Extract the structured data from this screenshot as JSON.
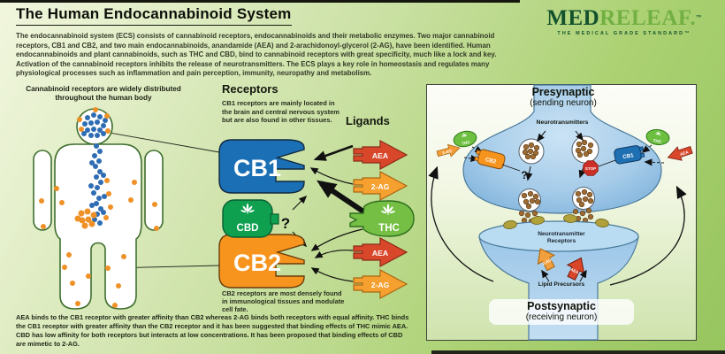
{
  "page": {
    "title": "The Human Endocannabinoid System",
    "intro": "The endocannabinoid system (ECS) consists of cannabinoid receptors, endocannabinoids and their metabolic enzymes. Two major cannabinoid receptors, CB1 and CB2, and two main endocannabinoids, anandamide (AEA) and 2-arachidonoyl-glycerol (2-AG), have been identified. Human endocannabinoids and plant cannabinoids, such as THC and CBD, bind to cannabinoid receptors with great specificity, much like a lock and key. Activation of the cannabinoid receptors inhibits the release of neurotransmitters. The ECS plays a key role in homeostasis and regulates many physiological processes such as inflammation and pain perception, immunity, neuropathy and metabolism.",
    "footnote": "AEA binds to the CB1 receptor with greater affinity than CB2 whereas 2-AG binds both receptors with equal affinity. THC binds the CB1 receptor with greater affinity than the CB2 receptor and it has been suggested that binding effects of THC mimic AEA. CBD has low affinity for both receptors but interacts at low concentrations. It has been proposed that binding effects of CBD are mimetic to 2-AG."
  },
  "logo": {
    "part1": "MED",
    "part2": "RELEAF",
    "period": ".",
    "tm": "™",
    "tagline": "THE MEDICAL GRADE STANDARD™"
  },
  "body_map": {
    "caption": "Cannabinoid receptors are widely distributed throughout the human body",
    "cb1_dot_color": "#2e6db4",
    "cb2_dot_color": "#ef9126"
  },
  "receptors": {
    "heading": "Receptors",
    "cb1": {
      "label": "CB1",
      "color": "#1b6fb5",
      "description": "CB1 receptors are mainly located in the brain and central nervous system but are also found in other tissues."
    },
    "cb2": {
      "label": "CB2",
      "color": "#f7941e",
      "description": "CB2 receptors are most densely found in immunological tissues and modulate cell fate."
    }
  },
  "ligands": {
    "heading": "Ligands",
    "aea": {
      "label": "AEA",
      "color": "#d9472b"
    },
    "two_ag": {
      "label": "2-AG",
      "color": "#f5a02f"
    }
  },
  "plant": {
    "cbd": {
      "label": "CBD",
      "color": "#0ea04f"
    },
    "thc": {
      "label": "THC",
      "color": "#74bf44"
    },
    "question": "?"
  },
  "synapse": {
    "presynaptic_title": "Presynaptic",
    "presynaptic_sub": "(sending neuron)",
    "neurotransmitters_label": "Neurotransmitters",
    "stop_label": "STOP",
    "receptors_label": "Neurotransmitter Receptors",
    "lipid_label": "Lipid Precursors",
    "postsynaptic_title": "Postsynaptic",
    "postsynaptic_sub": "(receiving neuron)"
  }
}
